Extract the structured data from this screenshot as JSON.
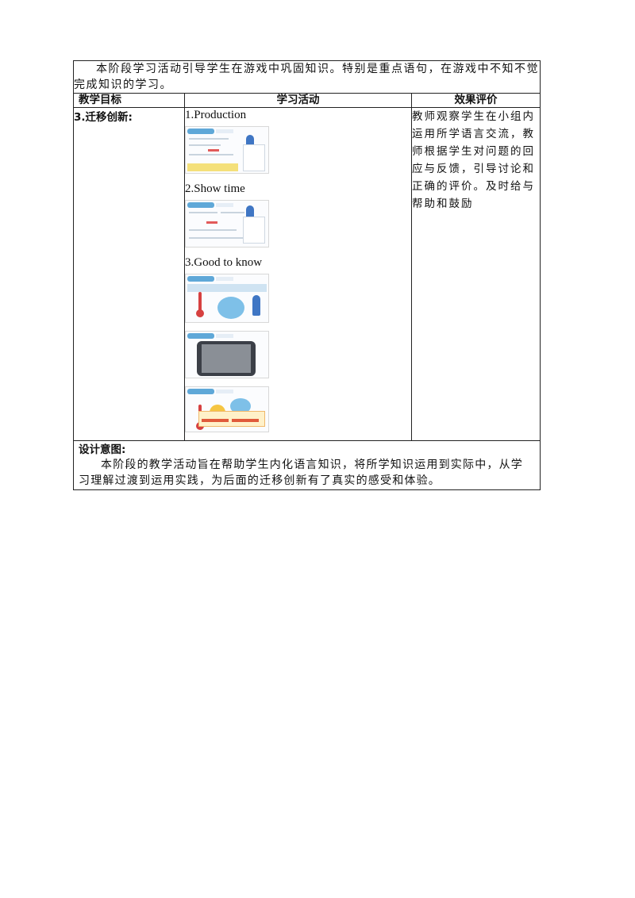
{
  "intro": {
    "text": "本阶段学习活动引导学生在游戏中巩固知识。特别是重点语句，在游戏中不知不觉完成知识的学习。"
  },
  "headers": {
    "goal": "教学目标",
    "activity": "学习活动",
    "evaluation": "效果评价"
  },
  "row": {
    "goal": "3.迁移创新:",
    "activities": [
      {
        "title": "1.Production"
      },
      {
        "title": "2.Show time"
      },
      {
        "title": "3.Good to know"
      }
    ],
    "evaluation": "教师观察学生在小组内运用所学语言交流，教师根据学生对问题的回应与反馈，引导讨论和正确的评价。及时给与帮助和鼓励"
  },
  "design": {
    "title": "设计意图:",
    "text": "本阶段的教学活动旨在帮助学生内化语言知识，将所学知识运用到实际中，从学习理解过渡到运用实践，为后面的迁移创新有了真实的感受和体验。"
  }
}
